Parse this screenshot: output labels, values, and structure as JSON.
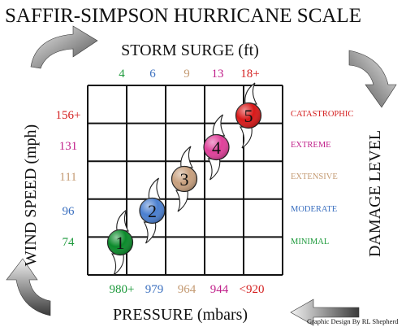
{
  "title": "SAFFIR-SIMPSON HURRICANE SCALE",
  "axes": {
    "top_label": "STORM SURGE (ft)",
    "bottom_label": "PRESSURE (mbars)",
    "left_label": "WIND SPEED (mph)",
    "right_label": "DAMAGE  LEVEL"
  },
  "credit": "Graphic Design By RL Shepherd",
  "categories": [
    {
      "number": "1",
      "surge": "4",
      "pressure": "980+",
      "wind": "74",
      "damage": "MINIMAL",
      "label_color": "#1e9a3c",
      "marker_color": "#0a8a2a"
    },
    {
      "number": "2",
      "surge": "6",
      "pressure": "979",
      "wind": "96",
      "damage": "MODERATE",
      "label_color": "#3a6fbf",
      "marker_color": "#4a7fd0"
    },
    {
      "number": "3",
      "surge": "9",
      "pressure": "964",
      "wind": "111",
      "damage": "EXTENSIVE",
      "label_color": "#c49a72",
      "marker_color": "#c8a07e"
    },
    {
      "number": "4",
      "surge": "13",
      "pressure": "944",
      "wind": "131",
      "damage": "EXTREME",
      "label_color": "#c0208a",
      "marker_color": "#e0409a"
    },
    {
      "number": "5",
      "surge": "18+",
      "pressure": "<920",
      "wind": "156+",
      "damage": "CATASTROPHIC",
      "label_color": "#d42020",
      "marker_color": "#d81818"
    }
  ],
  "colors": {
    "grid": "#111111",
    "arrow_light": "#d8d8d8",
    "arrow_dark": "#5a5a5a",
    "text": "#111111"
  }
}
